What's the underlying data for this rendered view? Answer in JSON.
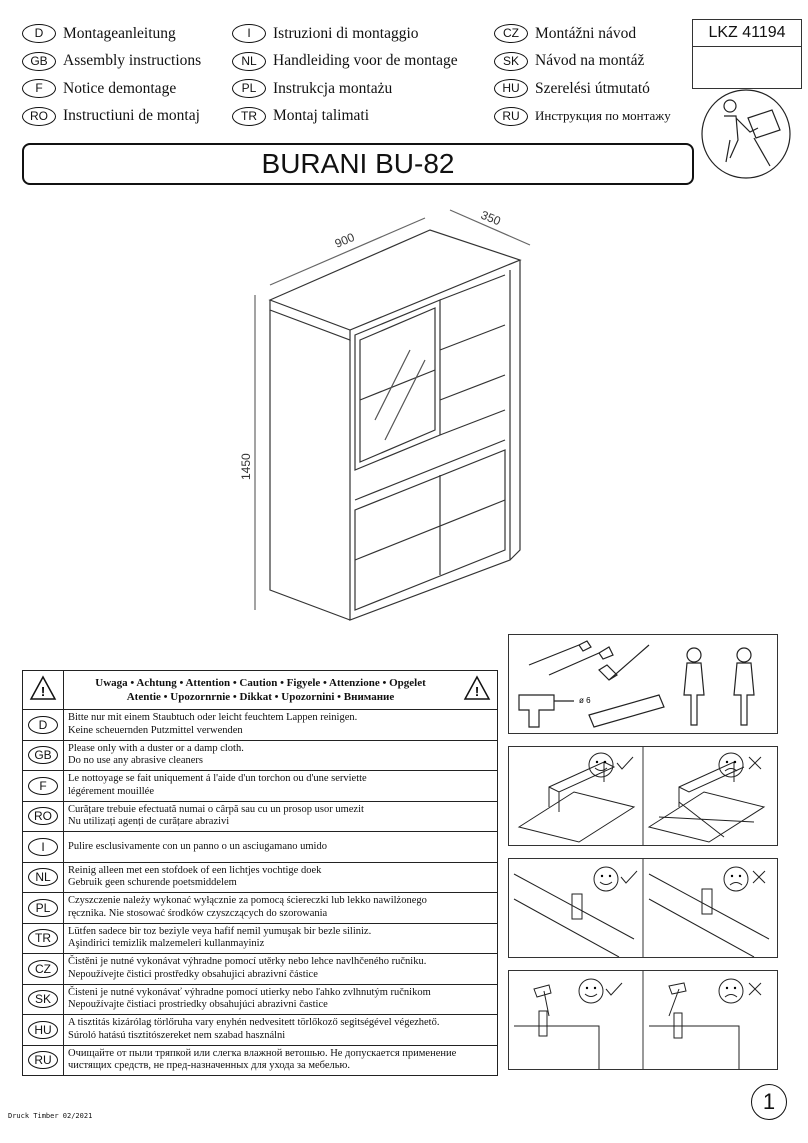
{
  "languages": [
    {
      "code": "D",
      "text": "Montageanleitung"
    },
    {
      "code": "GB",
      "text": "Assembly instructions"
    },
    {
      "code": "F",
      "text": "Notice demontage"
    },
    {
      "code": "RO",
      "text": "Instructiuni de montaj"
    },
    {
      "code": "I",
      "text": "Istruzioni di montaggio"
    },
    {
      "code": "NL",
      "text": "Handleiding voor de montage"
    },
    {
      "code": "PL",
      "text": "Instrukcja montażu"
    },
    {
      "code": "TR",
      "text": "Montaj talimati"
    },
    {
      "code": "CZ",
      "text": "Montážni návod"
    },
    {
      "code": "SK",
      "text": "Návod na montáž"
    },
    {
      "code": "HU",
      "text": "Szerelési útmutató"
    },
    {
      "code": "RU",
      "text": "Инструкция по монтажу"
    }
  ],
  "lkz": "LKZ 41194",
  "title": "BURANI BU-82",
  "dimensions": {
    "width": "900",
    "depth": "350",
    "height": "1450"
  },
  "warning_header": {
    "line1": "Uwaga • Achtung • Attention • Caution • Figyele • Attenzione • Opgelet",
    "line2": "Atentie • Upozornrnie • Dikkat • Upozornini • Внимание"
  },
  "warnings": [
    {
      "code": "D",
      "line1": "Bitte nur mit einem Staubtuch oder leicht feuchtem Lappen reinigen.",
      "line2": "Keine scheuernden Putzmittel verwenden"
    },
    {
      "code": "GB",
      "line1": "Please only with a duster or a damp cloth.",
      "line2": "Do no use any abrasive cleaners"
    },
    {
      "code": "F",
      "line1": "Le nottoyage se fait uniquement á l'aide d'un torchon ou d'une serviette",
      "line2": "légérement mouillée"
    },
    {
      "code": "RO",
      "line1": "Curățare trebuie efectuată numai o cârpă sau cu un prosop usor umezit",
      "line2": "Nu utilizați agenți de curățare abrazivi"
    },
    {
      "code": "I",
      "line1": "Pulire esclusivamente con un panno o un asciugamano umido",
      "line2": ""
    },
    {
      "code": "NL",
      "line1": "Reinig alleen met een stofdoek of een lichtjes vochtige doek",
      "line2": "Gebruik geen schurende poetsmiddelem"
    },
    {
      "code": "PL",
      "line1": "Czyszczenie należy wykonać wyłącznie za pomocą ściereczki lub lekko nawilżonego",
      "line2": "ręcznika. Nie stosować środków czyszczących do szorowania"
    },
    {
      "code": "TR",
      "line1": "Lütfen sadece bir toz beziyle veya hafif nemil yumuşak bir bezle siliniz.",
      "line2": "Aşindirici temizlik malzemeleri kullanmayiniz"
    },
    {
      "code": "CZ",
      "line1": "Čistěni je nutné vykonávat výhradne pomocí utěrky nebo lehce navlhčeného ručniku.",
      "line2": "Nepoužívejte čistici prostředky obsahujici abrazivní částice"
    },
    {
      "code": "SK",
      "line1": "Čisteni je nutné vykonávať výhradne pomocí utierky nebo ľahko zvlhnutým ručnikom",
      "line2": "Nepoužívajte čistiaci prostriedky obsahujúci abrazivni častice"
    },
    {
      "code": "HU",
      "line1": "A tisztitás kizárólag törlőruha vary enyhén nedvesitett törlőkoző segitségével végezhető.",
      "line2": "Súroló hatású tisztitószereket nem szabad használni"
    },
    {
      "code": "RU",
      "line1": "Очищайте от пыли тряпкой или слегка влажной ветошью. Не допускается применение",
      "line2": "чистящих средств, не пред-назначенных для ухода за мебелью."
    }
  ],
  "tools": {
    "drill_bit": "ø 6"
  },
  "footer": "Druck Timber 02/2021",
  "page_number": "1"
}
